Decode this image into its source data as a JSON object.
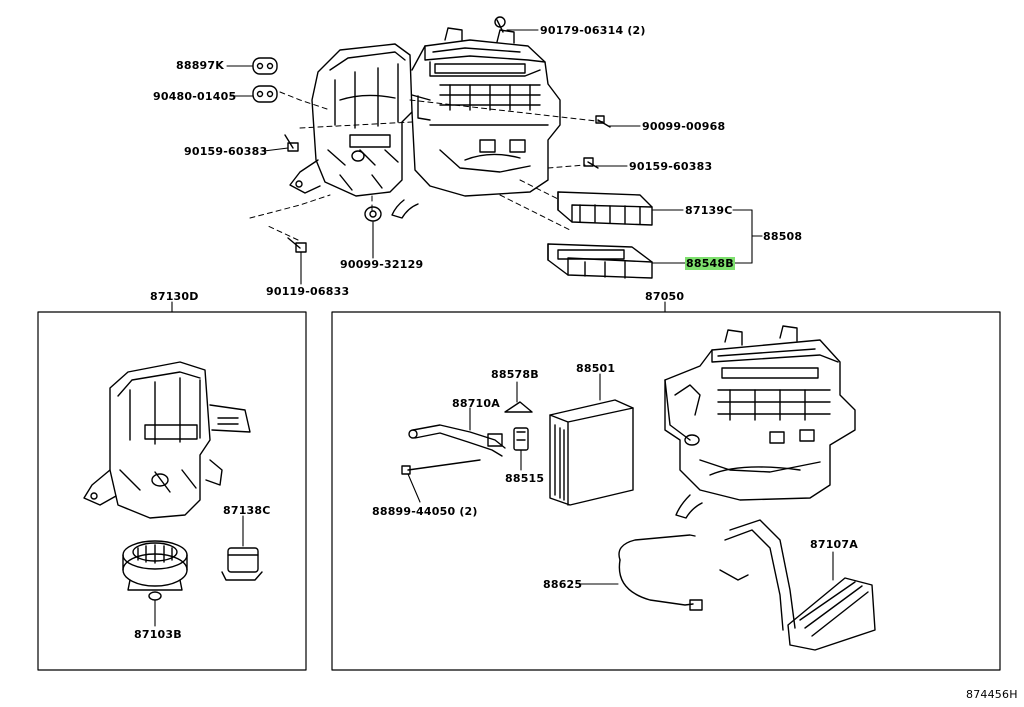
{
  "labels": {
    "p88897k": "88897K",
    "p90480_01405": "90480-01405",
    "p90159_60383_left": "90159-60383",
    "p90179_06314": "90179-06314 (2)",
    "p90099_00968": "90099-00968",
    "p90159_60383_right": "90159-60383",
    "p87139c": "87139C",
    "p88508": "88508",
    "p88548b": "88548B",
    "p90099_32129": "90099-32129",
    "p90119_06833": "90119-06833",
    "p87130d": "87130D",
    "p87050": "87050",
    "p87138c": "87138C",
    "p87103b": "87103B",
    "p88578b": "88578B",
    "p88501": "88501",
    "p88710a": "88710A",
    "p88515": "88515",
    "p88899_44050": "88899-44050 (2)",
    "p88625": "88625",
    "p87107a": "87107A",
    "diagram_code": "874456H"
  },
  "highlight": {
    "part": "88548B",
    "color": "#7ee06e"
  }
}
